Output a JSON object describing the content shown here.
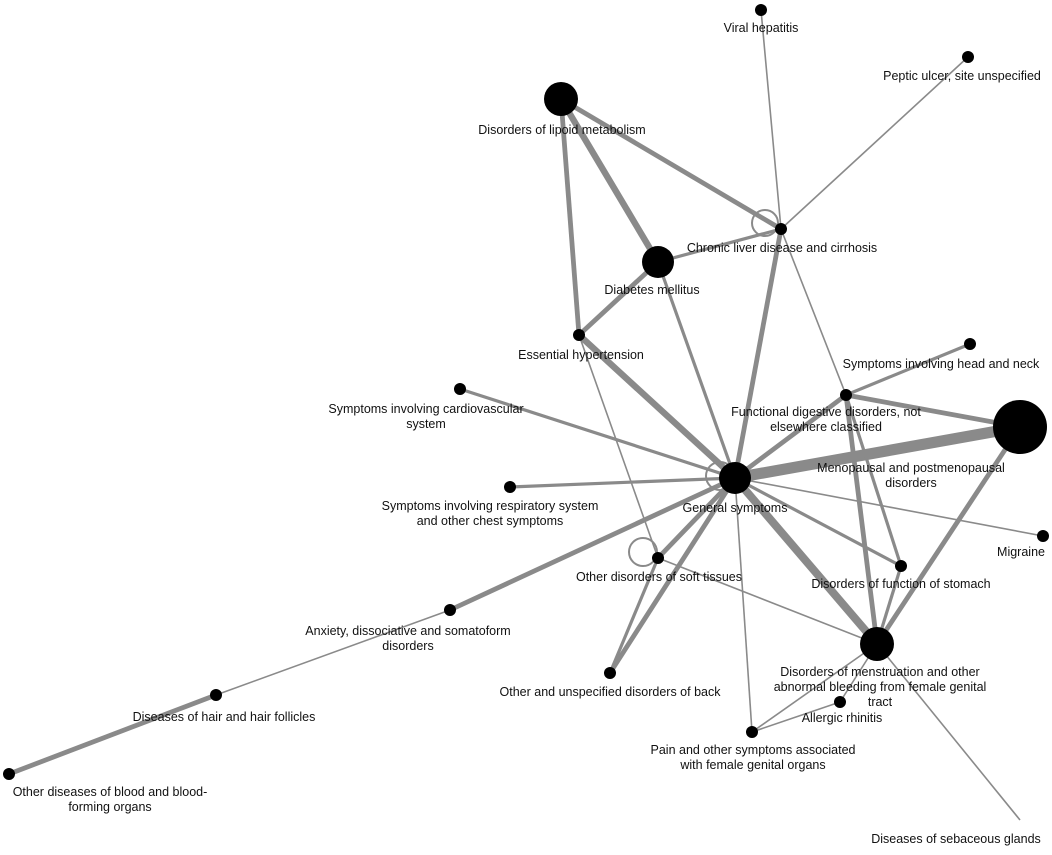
{
  "colors": {
    "node": "#000000",
    "edge": "#8a8a8a",
    "background": "#ffffff",
    "label": "#111111"
  },
  "nodes": [
    {
      "id": "viral-hepatitis",
      "label": [
        "Viral hepatitis"
      ]
    },
    {
      "id": "peptic-ulcer",
      "label": [
        "Peptic ulcer, site unspecified"
      ]
    },
    {
      "id": "lipoid",
      "label": [
        "Disorders of lipoid metabolism"
      ]
    },
    {
      "id": "liver",
      "label": [
        "Chronic liver disease and cirrhosis"
      ]
    },
    {
      "id": "diabetes",
      "label": [
        "Diabetes mellitus"
      ]
    },
    {
      "id": "hypertension",
      "label": [
        "Essential hypertension"
      ]
    },
    {
      "id": "head-neck",
      "label": [
        "Symptoms involving head and neck"
      ]
    },
    {
      "id": "cardio",
      "label": [
        "Symptoms involving cardiovascular",
        "system"
      ]
    },
    {
      "id": "functional-digestive",
      "label": [
        "Functional digestive disorders, not",
        "elsewhere classified"
      ]
    },
    {
      "id": "menopausal",
      "label": [
        "Menopausal and postmenopausal",
        "disorders"
      ]
    },
    {
      "id": "general",
      "label": [
        "General symptoms"
      ]
    },
    {
      "id": "respiratory",
      "label": [
        "Symptoms involving respiratory system",
        "and other chest symptoms"
      ]
    },
    {
      "id": "migraine",
      "label": [
        "Migraine"
      ]
    },
    {
      "id": "soft-tissues",
      "label": [
        "Other disorders of soft tissues"
      ]
    },
    {
      "id": "stomach",
      "label": [
        "Disorders of function of stomach"
      ]
    },
    {
      "id": "anxiety",
      "label": [
        "Anxiety, dissociative and somatoform",
        "disorders"
      ]
    },
    {
      "id": "menstruation",
      "label": [
        "Disorders of menstruation and other",
        "abnormal bleeding from female genital",
        "tract"
      ]
    },
    {
      "id": "back",
      "label": [
        "Other and unspecified disorders of back"
      ]
    },
    {
      "id": "hair",
      "label": [
        "Diseases of hair and hair follicles"
      ]
    },
    {
      "id": "allergic",
      "label": [
        "Allergic rhinitis"
      ]
    },
    {
      "id": "pain-female",
      "label": [
        "Pain and other symptoms associated",
        "with female genital organs"
      ]
    },
    {
      "id": "blood",
      "label": [
        "Other diseases of blood and blood-",
        "forming organs"
      ]
    },
    {
      "id": "sebaceous",
      "label": [
        "Diseases of sebaceous glands"
      ]
    }
  ],
  "edges": [
    {
      "source": "lipoid",
      "target": "diabetes",
      "weight": 4
    },
    {
      "source": "lipoid",
      "target": "liver",
      "weight": 3
    },
    {
      "source": "lipoid",
      "target": "hypertension",
      "weight": 3
    },
    {
      "source": "diabetes",
      "target": "liver",
      "weight": 2
    },
    {
      "source": "diabetes",
      "target": "hypertension",
      "weight": 3
    },
    {
      "source": "diabetes",
      "target": "general",
      "weight": 2
    },
    {
      "source": "hypertension",
      "target": "general",
      "weight": 4
    },
    {
      "source": "hypertension",
      "target": "soft-tissues",
      "weight": 1
    },
    {
      "source": "viral-hepatitis",
      "target": "liver",
      "weight": 1
    },
    {
      "source": "peptic-ulcer",
      "target": "liver",
      "weight": 1
    },
    {
      "source": "liver",
      "target": "general",
      "weight": 3
    },
    {
      "source": "liver",
      "target": "functional-digestive",
      "weight": 1
    },
    {
      "source": "head-neck",
      "target": "functional-digestive",
      "weight": 2
    },
    {
      "source": "cardio",
      "target": "general",
      "weight": 2
    },
    {
      "source": "respiratory",
      "target": "general",
      "weight": 2
    },
    {
      "source": "general",
      "target": "menopausal",
      "weight": 7
    },
    {
      "source": "general",
      "target": "migraine",
      "weight": 1
    },
    {
      "source": "general",
      "target": "stomach",
      "weight": 2
    },
    {
      "source": "general",
      "target": "menstruation",
      "weight": 5
    },
    {
      "source": "general",
      "target": "soft-tissues",
      "weight": 3
    },
    {
      "source": "general",
      "target": "anxiety",
      "weight": 3
    },
    {
      "source": "general",
      "target": "back",
      "weight": 3
    },
    {
      "source": "general",
      "target": "pain-female",
      "weight": 1
    },
    {
      "source": "general",
      "target": "functional-digestive",
      "weight": 3
    },
    {
      "source": "functional-digestive",
      "target": "menopausal",
      "weight": 3
    },
    {
      "source": "functional-digestive",
      "target": "stomach",
      "weight": 2
    },
    {
      "source": "functional-digestive",
      "target": "menstruation",
      "weight": 3
    },
    {
      "source": "menopausal",
      "target": "menstruation",
      "weight": 3
    },
    {
      "source": "stomach",
      "target": "menstruation",
      "weight": 2
    },
    {
      "source": "soft-tissues",
      "target": "back",
      "weight": 2
    },
    {
      "source": "soft-tissues",
      "target": "menstruation",
      "weight": 1
    },
    {
      "source": "anxiety",
      "target": "hair",
      "weight": 1
    },
    {
      "source": "hair",
      "target": "blood",
      "weight": 3
    },
    {
      "source": "menstruation",
      "target": "allergic",
      "weight": 1
    },
    {
      "source": "menstruation",
      "target": "pain-female",
      "weight": 1
    },
    {
      "source": "menstruation",
      "target": "sebaceous",
      "weight": 1
    },
    {
      "source": "allergic",
      "target": "pain-female",
      "weight": 1
    }
  ],
  "self_loops": [
    "liver",
    "general",
    "soft-tissues"
  ]
}
